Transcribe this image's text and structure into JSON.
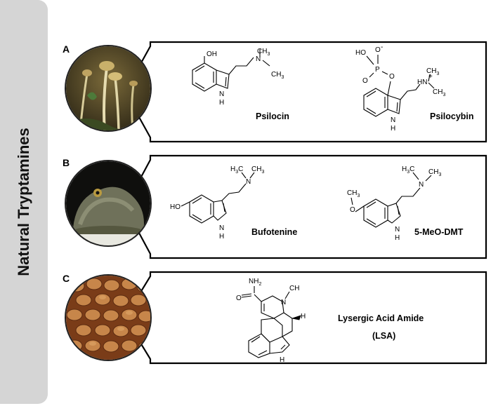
{
  "sidebar": {
    "title": "Natural Tryptamines"
  },
  "panels": [
    {
      "letter": "A",
      "image": "mushroom-photo",
      "compounds": [
        {
          "name": "Psilocin"
        },
        {
          "name": "Psilocybin"
        }
      ]
    },
    {
      "letter": "B",
      "image": "toad-photo",
      "compounds": [
        {
          "name": "Bufotenine"
        },
        {
          "name": "5-MeO-DMT"
        }
      ]
    },
    {
      "letter": "C",
      "image": "seeds-photo",
      "compounds": [
        {
          "name": "Lysergic Acid Amide",
          "abbrev": "(LSA)"
        }
      ]
    }
  ],
  "atoms": {
    "oh": "OH",
    "n": "N",
    "h": "H",
    "ch3": "CH",
    "sub3": "3",
    "ho": "HO",
    "p": "P",
    "o": "O",
    "minus": "-",
    "hn": "HN",
    "plus": "+",
    "h3c": "H",
    "c": "C",
    "nh2": "NH",
    "sub2": "2"
  },
  "colors": {
    "sidebar": "#d5d5d5",
    "border": "#000000"
  }
}
